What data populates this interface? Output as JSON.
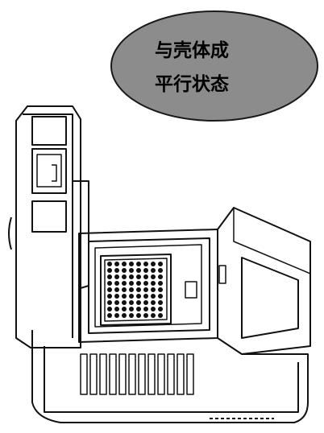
{
  "callout": {
    "line1": "与壳体成",
    "line2": "平行状态",
    "fill": "#8c8c8c",
    "stroke": "#1a1a1a"
  },
  "line_color": "#111111",
  "illustration": "pcr-thermal-cycler-lid-open"
}
